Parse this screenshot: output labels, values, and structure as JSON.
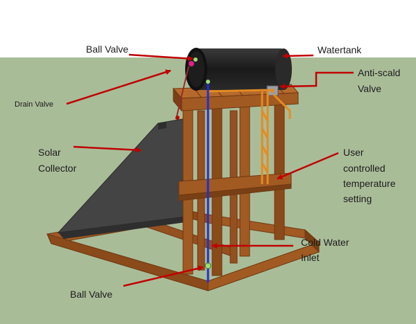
{
  "colors": {
    "sky": "#ffffff",
    "ground": "#a9bc98",
    "wood": "#a15a22",
    "wood_dark": "#6e3710",
    "tank": "#1e1e1e",
    "collector": "#3f3f3f",
    "inlet_pipe": "#1f2fd1",
    "copper_pipe": "#e58b23",
    "arrow": "#c00000",
    "text": "#1c1c1c"
  },
  "labels": {
    "ball_valve_top": "Ball Valve",
    "watertank": "Watertank",
    "anti_scald_1": "Anti-scald",
    "anti_scald_2": "Valve",
    "drain_valve": "Drain Valve",
    "solar_1": "Solar",
    "solar_2": "Collector",
    "user_1": "User",
    "user_2": "controlled",
    "user_3": "temperature",
    "user_4": "setting",
    "cold_1": "Cold Water",
    "cold_2": "Inlet",
    "ball_valve_bottom": "Ball Valve"
  }
}
